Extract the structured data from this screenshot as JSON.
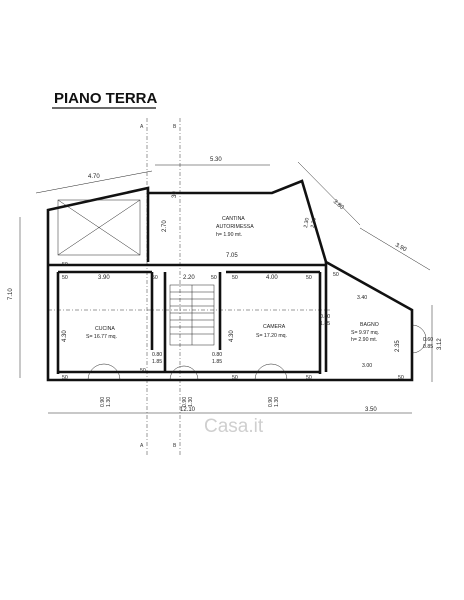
{
  "title": "PIANO TERRA",
  "rooms": {
    "cantina": {
      "name": "CANTINA",
      "name2": "AUTORIMESSA",
      "height": "h= 1.90 mt."
    },
    "cucina": {
      "name": "CUCINA",
      "area": "S= 16.77 mq."
    },
    "camera": {
      "name": "CAMERA",
      "area": "S= 17.20 mq."
    },
    "bagno": {
      "name": "BAGNO",
      "area": "S= 9.97 mq.",
      "height": "h= 2.90 mt."
    }
  },
  "dimensions": {
    "top_left": "4.70",
    "top_mid": "5.30",
    "top_right1": "3.80",
    "top_right2": "3.90",
    "left_total": "7.10",
    "right_total": "3.12",
    "bottom_total": "12.10",
    "bottom_right": "3.50",
    "cantina_width": "7.05",
    "cantina_depth": "2.70",
    "cucina_width": "3.90",
    "cucina_depth": "4.30",
    "stair_width": "2.20",
    "camera_width": "4.00",
    "camera_depth": "4.30",
    "bagno_top": "3.40",
    "bagno_bottom": "3.00",
    "bagno_side": "2.35",
    "wall_50": "50",
    "cantina_wall": "30",
    "diag_a": "2.30",
    "diag_b": "2.30",
    "door_left_w": "0.80",
    "door_left_h": "1.85",
    "door_mid_w": "0.80",
    "door_mid_h": "1.85",
    "door_camera_w": "0.80",
    "door_camera_h": "1.85",
    "win_right_w": "0.60",
    "win_right_h": "0.85",
    "win_w": "0.90",
    "win_h": "1.30"
  },
  "section_marks": {
    "a": "A",
    "b": "B"
  },
  "watermark": "Casa.it"
}
